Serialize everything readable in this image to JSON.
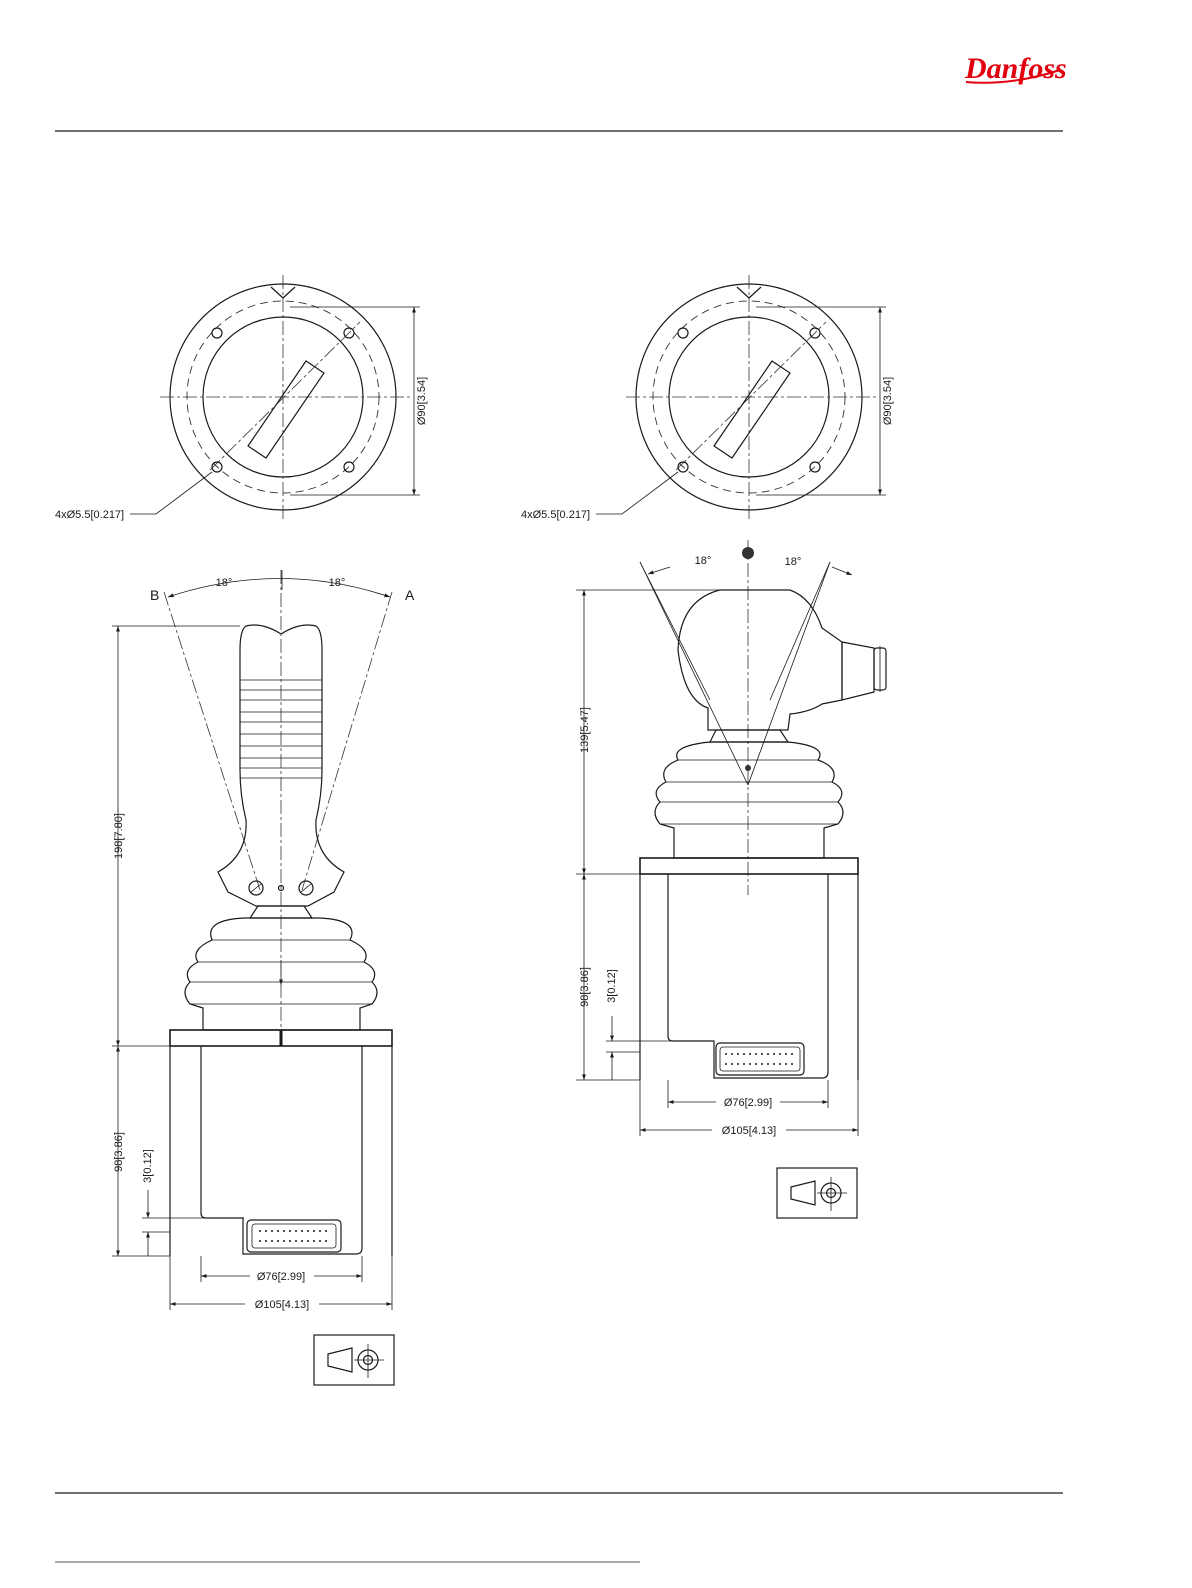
{
  "brand": {
    "name": "Danfoss",
    "color": "#e2000f"
  },
  "left_view": {
    "bolt_holes": "4xØ5.5[0.217]",
    "bolt_circle": "Ø90[3.54]",
    "angle_left": "18°",
    "angle_right": "18°",
    "direction_b": "B",
    "direction_a": "A",
    "overall_height": "198[7.80]",
    "housing_height": "98[3.86]",
    "step_height": "3[0.12]",
    "inner_diameter": "Ø76[2.99]",
    "outer_diameter": "Ø105[4.13]"
  },
  "right_view": {
    "bolt_holes": "4xØ5.5[0.217]",
    "bolt_circle": "Ø90[3.54]",
    "angle_left": "18°",
    "angle_right": "18°",
    "handle_height": "139[5.47]",
    "housing_height": "98[3.86]",
    "step_height": "3[0.12]",
    "inner_diameter": "Ø76[2.99]",
    "outer_diameter": "Ø105[4.13]"
  },
  "icons": [
    "projection-symbol-icon",
    "danfoss-logo-icon"
  ]
}
